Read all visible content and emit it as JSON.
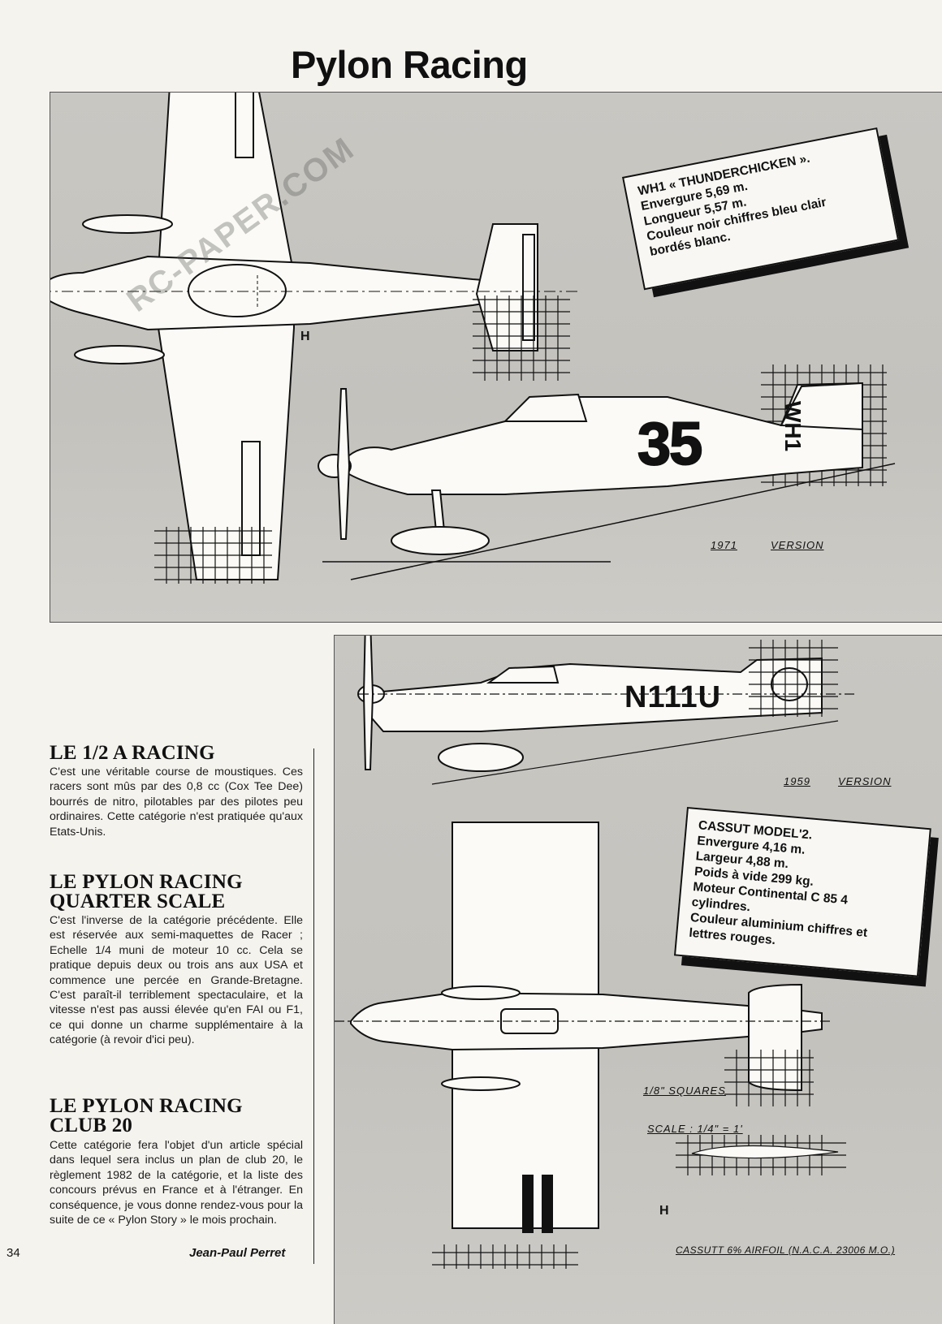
{
  "header": {
    "title": "Pylon Racing"
  },
  "watermark": {
    "text": "RC-PAPER.COM"
  },
  "drawing_top": {
    "spec_box": {
      "lines": [
        "WH1 « THUNDERCHICKEN ».",
        "Envergure 5,69 m.",
        "Longueur 5,57 m.",
        "Couleur noir chiffres bleu clair",
        "bordés blanc."
      ]
    },
    "race_number": "35",
    "registration": "WH1",
    "version_year": "1971",
    "version_label": "VERSION",
    "station_mark": "H"
  },
  "drawing_bottom": {
    "spec_box": {
      "lines": [
        "CASSUT MODEL'2.",
        "Envergure 4,16 m.",
        "Largeur 4,88 m.",
        "Poids à vide 299 kg.",
        "Moteur Continental C 85 4",
        "cylindres.",
        "Couleur aluminium chiffres et",
        "lettres rouges."
      ]
    },
    "registration": "N111U",
    "version_year": "1959",
    "version_label": "VERSION",
    "squares_note": "1/8\" SQUARES",
    "scale_note": "SCALE : 1/4\" = 1'",
    "airfoil_note": "CASSUTT 6% AIRFOIL (N.A.C.A. 23006 M.O.)",
    "station_mark": "H"
  },
  "article": {
    "sections": [
      {
        "heading": "LE 1/2 A RACING",
        "text": "C'est une véritable course de moustiques. Ces racers sont mûs par des 0,8 cc (Cox Tee Dee) bourrés de nitro, pilotables par des pilotes peu ordinaires. Cette catégorie n'est pratiquée qu'aux Etats-Unis."
      },
      {
        "heading": "LE PYLON RACING QUARTER SCALE",
        "text": "C'est l'inverse de la catégorie précédente. Elle est réservée aux semi-maquettes de Racer ; Echelle 1/4 muni de moteur 10 cc. Cela se pratique depuis deux ou trois ans aux USA et commence une percée en Grande-Bretagne. C'est paraît-il terriblement spectaculaire, et la vitesse n'est pas aussi élevée qu'en FAI ou F1, ce qui donne un charme supplémentaire à la catégorie (à revoir d'ici peu)."
      },
      {
        "heading": "LE PYLON RACING CLUB 20",
        "text": "Cette catégorie fera l'objet d'un article spécial dans lequel sera inclus un plan de club 20, le règlement 1982 de la catégorie, et la liste des concours prévus en France et à l'étranger. En conséquence, je vous donne rendez-vous pour la suite de ce « Pylon Story » le mois prochain."
      }
    ],
    "author": "Jean-Paul Perret"
  },
  "footer": {
    "page_number": "34"
  }
}
